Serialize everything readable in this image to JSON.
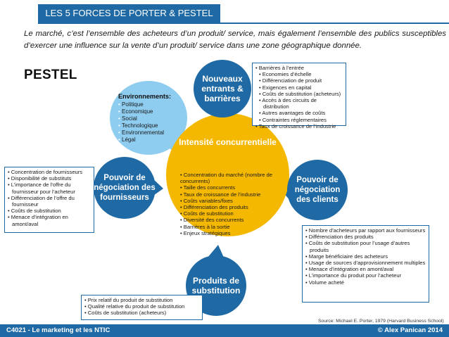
{
  "header": {
    "title": "LES 5 FORCES DE PORTER & PESTEL"
  },
  "intro": "Le marché, c’est l’ensemble des acheteurs d’un produit/ service, mais également l’ensemble des publics susceptibles d’exercer une influence sur la vente d’un produit/ service dans une zone géographique donnée.",
  "pestel_label": "PESTEL",
  "environment": {
    "title": "Environnements:",
    "items": [
      "Politique",
      "Economique",
      "Social",
      "Technologique",
      "Environnemental",
      "Légal"
    ]
  },
  "center": {
    "title": "Intensité concurrentielle",
    "items": [
      "Concentration du marché (nombre de concurrents)",
      "Taille des concurrents",
      "Taux de croissance de l’industrie",
      "Coûts variables/fixes",
      "Différenciation des produits",
      "Coûts de substitution",
      "Diversité des concurrents",
      "Barrières à la sortie",
      "Enjeux stratégiques"
    ]
  },
  "forces": {
    "entrants": {
      "label": "Nouveaux entrants & barrières",
      "header": "Barrières à l’entrée",
      "items": [
        "Economies d’échelle",
        "Différenciation de produit",
        "Exigences en capital",
        "Coûts de substitution (acheteurs)",
        "Accès à des circuits de distribution",
        "Autres avantages de coûts",
        "Contraintes réglementaires"
      ],
      "footer": "Taux de croissance de l’industrie"
    },
    "suppliers": {
      "label": "Pouvoir de négociation des fournisseurs",
      "items": [
        "Concentration de fournisseurs",
        "Disponibilité de substituts",
        "L’importance de l’offre du fournisseur pour l’acheteur",
        "Différenciation de l’offre du fournisseur",
        "Coûts de substitution",
        "Menace d’intégration en amont/aval"
      ]
    },
    "clients": {
      "label": "Pouvoir de négociation des clients",
      "items": [
        "Nombre d’acheteurs par rapport aux fournisseurs",
        "Différenciation des produits",
        "Coûts de substitution pour l’usage d’autres produits",
        "Marge bénéficiaire des acheteurs",
        "Usage de sources d’approvisionnement multiples",
        "Menace d’intégration en amont/aval",
        "L’importance du produit pour l’acheteur",
        "Volume acheté"
      ]
    },
    "substitutes": {
      "label": "Produits de substitution",
      "items": [
        "Prix relatif du produit de substitution",
        "Qualité relative du produit de substitution",
        "Coûts de substitution (acheteurs)"
      ]
    }
  },
  "source": "Source: Michael E. Porter, 1979 (Harvard Business School)",
  "footer": {
    "left": "C4021 - Le marketing et les NTIC",
    "right": "© Alex Panican 2014"
  },
  "colors": {
    "blue": "#1f6aa5",
    "yellow": "#f5b800",
    "light_blue": "#8ecdf0"
  }
}
